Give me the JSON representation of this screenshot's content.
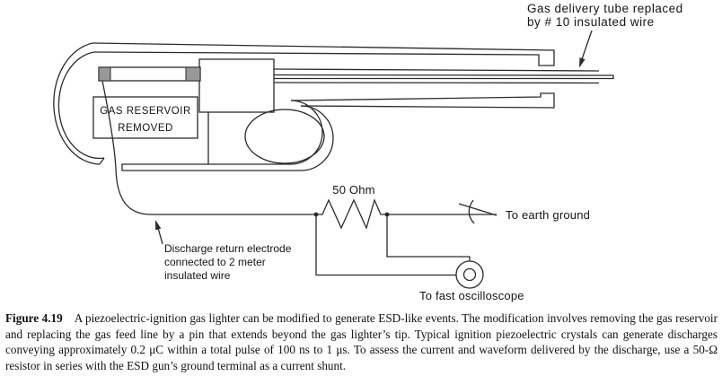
{
  "figure": {
    "labels": {
      "gas_delivery_1": "Gas delivery tube replaced",
      "gas_delivery_2": "by # 10 insulated wire",
      "reservoir_1": "GAS RESERVOIR",
      "reservoir_2": "REMOVED",
      "resistor_value": "50 Ohm",
      "earth_ground": "To earth ground",
      "discharge_1": "Discharge return electrode",
      "discharge_2": "connected to 2 meter",
      "discharge_3": "insulated wire",
      "oscilloscope": "To fast oscilloscope"
    },
    "colors": {
      "line": "#2b2b2b",
      "electrode_cap": "#999999",
      "background": "#ffffff",
      "text": "#111111"
    }
  },
  "caption": {
    "label": "Figure 4.19",
    "body": "A piezoelectric-ignition gas lighter can be modified to generate ESD-like events. The modification involves removing the gas reservoir and replacing the gas feed line by a pin that extends beyond the gas lighter’s tip. Typical ignition piezoelectric crystals can generate discharges conveying approximately 0.2 μC within a total pulse of 100 ns to 1 μs. To assess the current and waveform delivered by the discharge, use a 50-Ω resistor in series with the ESD gun’s ground terminal as a current shunt."
  }
}
